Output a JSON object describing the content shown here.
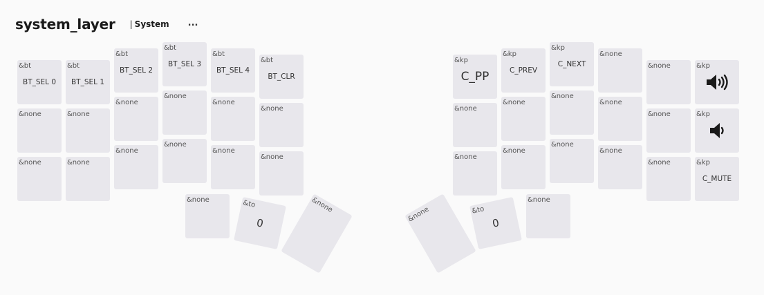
{
  "header": {
    "layer_name": "system_layer",
    "layer_tag": "System",
    "more": "..."
  },
  "keys": {
    "bt_sel0": {
      "binding": "&bt",
      "param": "BT_SEL 0"
    },
    "bt_sel1": {
      "binding": "&bt",
      "param": "BT_SEL 1"
    },
    "bt_sel2": {
      "binding": "&bt",
      "param": "BT_SEL 2"
    },
    "bt_sel3": {
      "binding": "&bt",
      "param": "BT_SEL 3"
    },
    "bt_sel4": {
      "binding": "&bt",
      "param": "BT_SEL 4"
    },
    "bt_clr": {
      "binding": "&bt",
      "param": "BT_CLR"
    },
    "c_pp": {
      "binding": "&kp",
      "param": "C_PP"
    },
    "c_prev": {
      "binding": "&kp",
      "param": "C_PREV"
    },
    "c_next": {
      "binding": "&kp",
      "param": "C_NEXT"
    },
    "vol_up": {
      "binding": "&kp",
      "icon": "volume-up-icon"
    },
    "vol_down": {
      "binding": "&kp",
      "icon": "volume-down-icon"
    },
    "c_mute": {
      "binding": "&kp",
      "param": "C_MUTE"
    },
    "none": {
      "binding": "&none"
    },
    "to_left": {
      "binding": "&to",
      "param": "0"
    },
    "to_right": {
      "binding": "&to",
      "param": "0"
    }
  }
}
